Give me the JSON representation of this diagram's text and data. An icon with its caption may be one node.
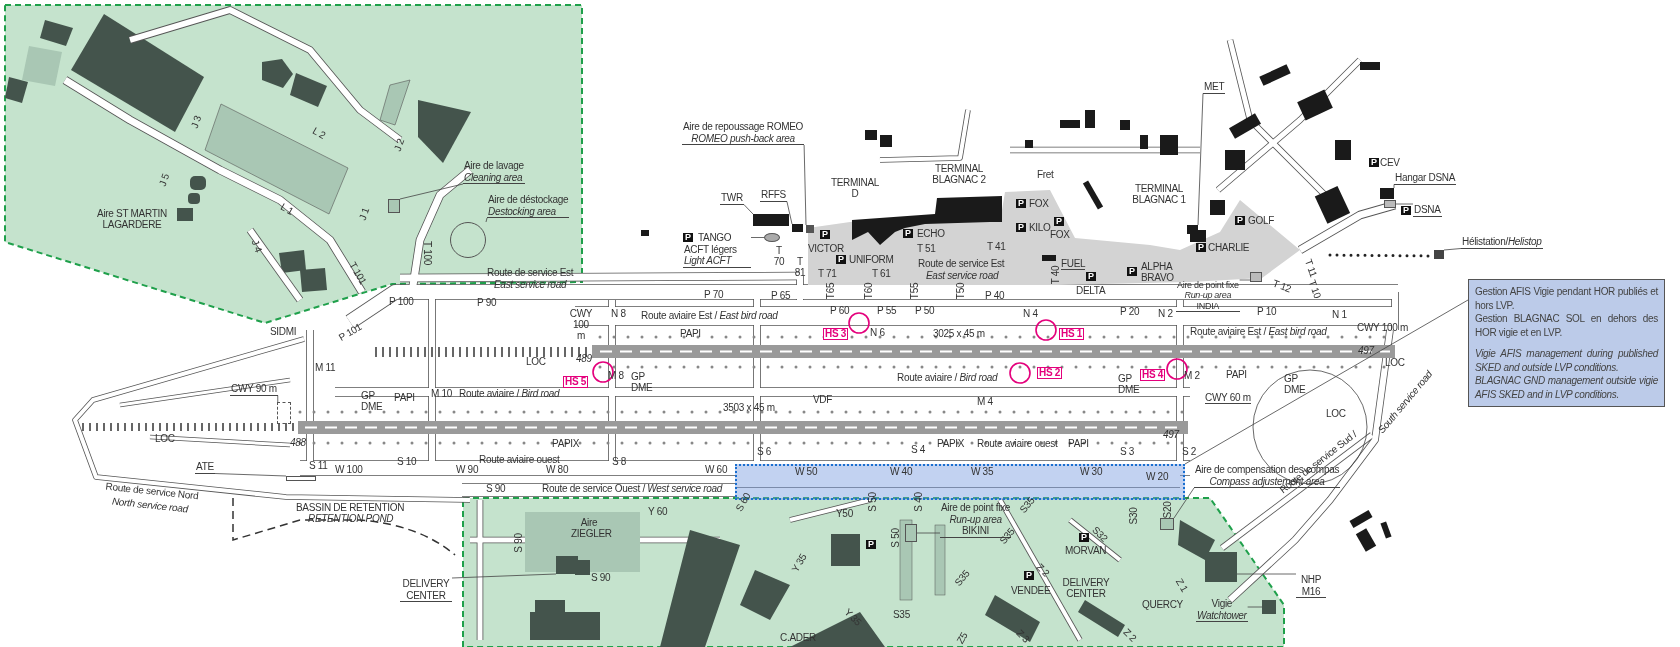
{
  "diagram": {
    "nodes": [
      {
        "text": [
          "Aire de lavage",
          "Cleaning area"
        ]
      },
      {
        "text": [
          "Aire de déstockage",
          "Destocking area"
        ]
      },
      {
        "text": [
          "Aire de repoussage ROMEO",
          "ROMEO  push-back area"
        ]
      },
      {
        "text": [
          "TWR"
        ]
      },
      {
        "text": [
          "RFFS"
        ]
      },
      {
        "text": [
          "TANGO ACFT légers",
          "Light ACFT"
        ]
      },
      {
        "text": [
          "MET"
        ]
      },
      {
        "text": [
          "Hangar DSNA"
        ]
      },
      {
        "text": [
          "DSNA"
        ]
      },
      {
        "text": [
          "Hélistation/*Helistop*"
        ]
      },
      {
        "text": [
          "Aire de point fixe",
          "Run-up area",
          "INDIA"
        ]
      },
      {
        "text": [
          "Gestion AFIS Vigie pendant HOR publiés et hors LVP.",
          "Gestion BLAGNAC SOL en dehors des HOR vigie et en LVP.",
          "Vigie AFIS management during published SKED and outside LVP conditions.",
          "BLAGNAC GND management outside vigie AFIS SKED and in LVP conditions."
        ]
      },
      {
        "text": [],
        "shape": "box"
      },
      {
        "text": [
          "CWY 90 m"
        ]
      },
      {
        "text": [
          "ATE"
        ]
      },
      {
        "text": [
          "DELIVERY CENTER"
        ]
      },
      {
        "text": [
          "Aire de point fixe",
          "Run-up area",
          "BIKINI"
        ]
      },
      {
        "text": [
          "Aire de compensation des compas",
          "Compass adjustement area"
        ]
      },
      {
        "text": [
          "NHP M16"
        ]
      },
      {
        "text": [],
        "shape": "box"
      },
      {
        "text": [],
        "shape": "circle"
      },
      {
        "text": [],
        "shape": "box"
      },
      {
        "text": [],
        "shape": "box"
      },
      {
        "text": [],
        "shape": "box"
      },
      {
        "text": [],
        "shape": "circle"
      },
      {
        "text": [],
        "shape": "box"
      },
      {
        "text": [],
        "shape": "box"
      },
      {
        "text": [],
        "shape": "box"
      },
      {
        "text": [],
        "shape": "box"
      },
      {
        "text": [],
        "shape": "box"
      },
      {
        "text": [],
        "shape": "box"
      },
      {
        "text": [],
        "shape": "box"
      },
      {
        "text": [],
        "shape": "box"
      },
      {
        "text": [],
        "shape": "box"
      },
      {
        "text": [],
        "shape": "box"
      },
      {
        "text": [],
        "shape": "box"
      },
      {
        "text": [
          "Vigie",
          "Watchtower"
        ]
      },
      {
        "text": [],
        "shape": "box"
      }
    ],
    "edges": [
      {
        "from": 0,
        "to": 19,
        "arrow": "none"
      },
      {
        "from": 1,
        "to": 20,
        "arrow": "none"
      },
      {
        "from": 2,
        "to": 21,
        "arrow": "none"
      },
      {
        "from": 3,
        "to": 22,
        "arrow": "none"
      },
      {
        "from": 4,
        "to": 23,
        "arrow": "none"
      },
      {
        "from": 5,
        "to": 24,
        "arrow": "none"
      },
      {
        "from": 6,
        "to": 25,
        "arrow": "none"
      },
      {
        "from": 7,
        "to": 26,
        "arrow": "none"
      },
      {
        "from": 8,
        "to": 27,
        "arrow": "none"
      },
      {
        "from": 9,
        "to": 28,
        "arrow": "none"
      },
      {
        "from": 10,
        "to": 29,
        "arrow": "none"
      },
      {
        "from": 11,
        "to": 12,
        "arrow": "none"
      },
      {
        "from": 13,
        "to": 30,
        "arrow": "none"
      },
      {
        "from": 14,
        "to": 31,
        "arrow": "none"
      },
      {
        "from": 15,
        "to": 32,
        "arrow": "none"
      },
      {
        "from": 16,
        "to": 33,
        "arrow": "none"
      },
      {
        "from": 17,
        "to": 34,
        "arrow": "none"
      },
      {
        "from": 18,
        "to": 35,
        "arrow": "none"
      },
      {
        "from": 36,
        "to": 37,
        "arrow": "none"
      }
    ],
    "labels": [
      "J 3",
      "L 2",
      "J 2",
      "J 5",
      "L 1",
      "J 1",
      "Aire ST MARTIN LAGARDERE",
      "J 4",
      "T 101",
      "T 100",
      "Route de service Est",
      "East service road",
      "TERMINAL D",
      "TERMINAL BLAGNAC 2",
      "Fret",
      "TERMINAL BLAGNAC 1",
      "P",
      "CEV",
      "P",
      "FOX",
      "P",
      "KILO",
      "P",
      "FOX",
      "P",
      "GOLF",
      "P",
      "CHARLIE",
      "P",
      "P",
      "VICTOR",
      "P",
      "ECHO",
      "P",
      "UNIFORM",
      "T 51",
      "T 41",
      "T 70",
      "T 81",
      "T 71",
      "T 61",
      "Route de service Est",
      "East service road",
      "FUEL",
      "T 40",
      "P",
      "DELTA",
      "P",
      "ALPHA BRAVO",
      "T 12",
      "T 11",
      "T 10",
      "P 100",
      "P 90",
      "P 70",
      "P 65",
      "T65",
      "T60",
      "T55",
      "T50",
      "P 40",
      "P 20",
      "N 2",
      "P 10",
      "N 1",
      "SIDMI",
      "P 101",
      "CWY 100 m",
      "N 8",
      "Route aviaire Est / *East bird road*",
      "P 60",
      "P 55",
      "P 50",
      "N 4",
      "Route aviaire Est / *East bird road*",
      "CWY 100 m",
      "LOC",
      "PAPI",
      "HS 3",
      "N 6",
      "3025 x 45 m",
      "HS 1",
      "497",
      "LOC",
      "M 11",
      "489",
      "HS 5",
      "M 8",
      "GP DME",
      "Route aviaire / *Bird road*",
      "HS 2",
      "HS 4",
      "M 2",
      "PAPI",
      "GP DME",
      "GP DME",
      "PAPI",
      "M 10",
      "Route aviaire / *Bird road*",
      "GP DME",
      "3503 x 45 m",
      "VDF",
      "M 4",
      "CWY 60 m",
      "LOC",
      "LOC",
      "488",
      "497",
      "PAPIX",
      "PAPIX",
      "Route aviaire ouest",
      "PAPI",
      "S 10",
      "Route aviaire ouest",
      "S 8",
      "S 6",
      "S 4",
      "S 3",
      "S 2",
      "S 11",
      "W 100",
      "W 90",
      "W 80",
      "W 60",
      "W 50",
      "W 40",
      "W 35",
      "W 30",
      "W 20",
      "S 90",
      "Route de service Ouest / *West service road*",
      "Route de service Nord",
      "North service road",
      "BASSIN DE RETENTION",
      "RETENTION POND",
      "S 60",
      "S 50",
      "S 40",
      "S30",
      "S20",
      "Route de service Sud /",
      "South service road",
      "Y 60",
      "Y50",
      "S35",
      "Aire ZIEGLER",
      "S 90",
      "S 50",
      "S35",
      "S32",
      "P",
      "MORVAN",
      "P",
      "Y 35",
      "Z 2",
      "S35",
      "S 90",
      "P",
      "VENDEE",
      "DELIVERY CENTER",
      "Z 1",
      "QUERCY",
      "S35",
      "Y 35",
      "Z 2",
      "C.ADER",
      "Z5",
      "Z 3",
      "P"
    ]
  }
}
